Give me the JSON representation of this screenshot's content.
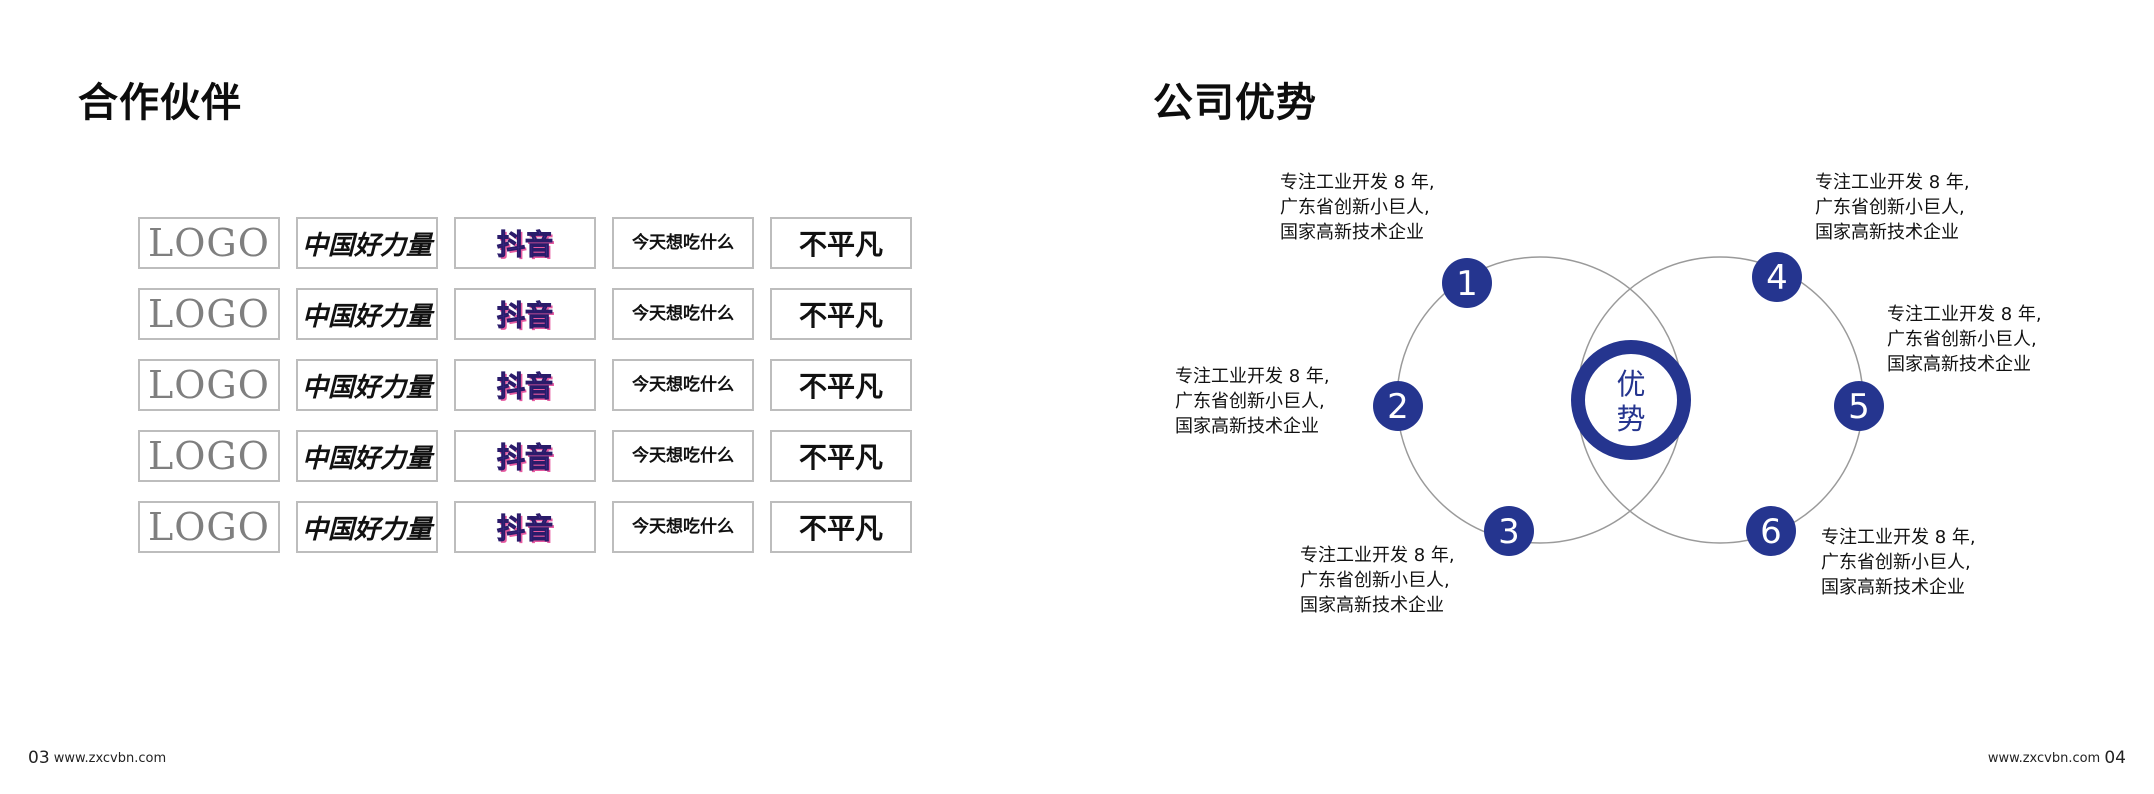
{
  "left_page": {
    "title": "合作伙伴",
    "footer_page": "03",
    "footer_url": "www.zxcvbn.com",
    "partner_rows": [
      [
        "LOGO",
        "中国好力量",
        "抖音",
        "今天想吃什么",
        "不平凡"
      ],
      [
        "LOGO",
        "中国好力量",
        "抖音",
        "今天想吃什么",
        "不平凡"
      ],
      [
        "LOGO",
        "中国好力量",
        "抖音",
        "今天想吃什么",
        "不平凡"
      ],
      [
        "LOGO",
        "中国好力量",
        "抖音",
        "今天想吃什么",
        "不平凡"
      ],
      [
        "LOGO",
        "中国好力量",
        "抖音",
        "今天想吃什么",
        "不平凡"
      ]
    ]
  },
  "right_page": {
    "title": "公司优势",
    "footer_page": "04",
    "footer_url": "www.zxcvbn.com",
    "center_label": [
      "优",
      "势"
    ],
    "accent_color": "#25358f",
    "items": [
      {
        "num": "1",
        "lines": [
          "专注工业开发 8 年,",
          "广东省创新小巨人,",
          "国家高新技术企业"
        ]
      },
      {
        "num": "2",
        "lines": [
          "专注工业开发 8 年,",
          "广东省创新小巨人,",
          "国家高新技术企业"
        ]
      },
      {
        "num": "3",
        "lines": [
          "专注工业开发 8 年,",
          "广东省创新小巨人,",
          "国家高新技术企业"
        ]
      },
      {
        "num": "4",
        "lines": [
          "专注工业开发 8 年,",
          "广东省创新小巨人,",
          "国家高新技术企业"
        ]
      },
      {
        "num": "5",
        "lines": [
          "专注工业开发 8 年,",
          "广东省创新小巨人,",
          "国家高新技术企业"
        ]
      },
      {
        "num": "6",
        "lines": [
          "专注工业开发 8 年,",
          "广东省创新小巨人,",
          "国家高新技术企业"
        ]
      }
    ]
  }
}
